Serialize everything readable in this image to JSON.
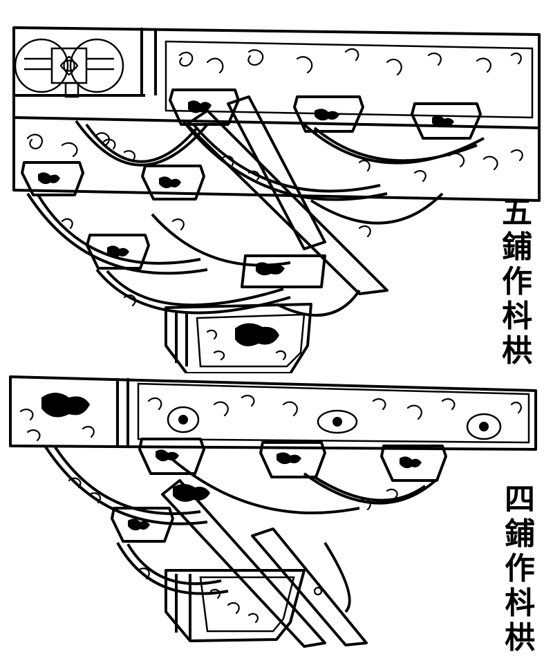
{
  "figures": [
    {
      "id": "top",
      "title": "五鋪作枓栱",
      "characters": [
        "五",
        "鋪",
        "作",
        "枓",
        "栱"
      ]
    },
    {
      "id": "bottom",
      "title": "四鋪作枓栱",
      "characters": [
        "四",
        "鋪",
        "作",
        "枓",
        "栱"
      ]
    }
  ],
  "colors": {
    "ink": "#000000",
    "paper": "#ffffff"
  }
}
